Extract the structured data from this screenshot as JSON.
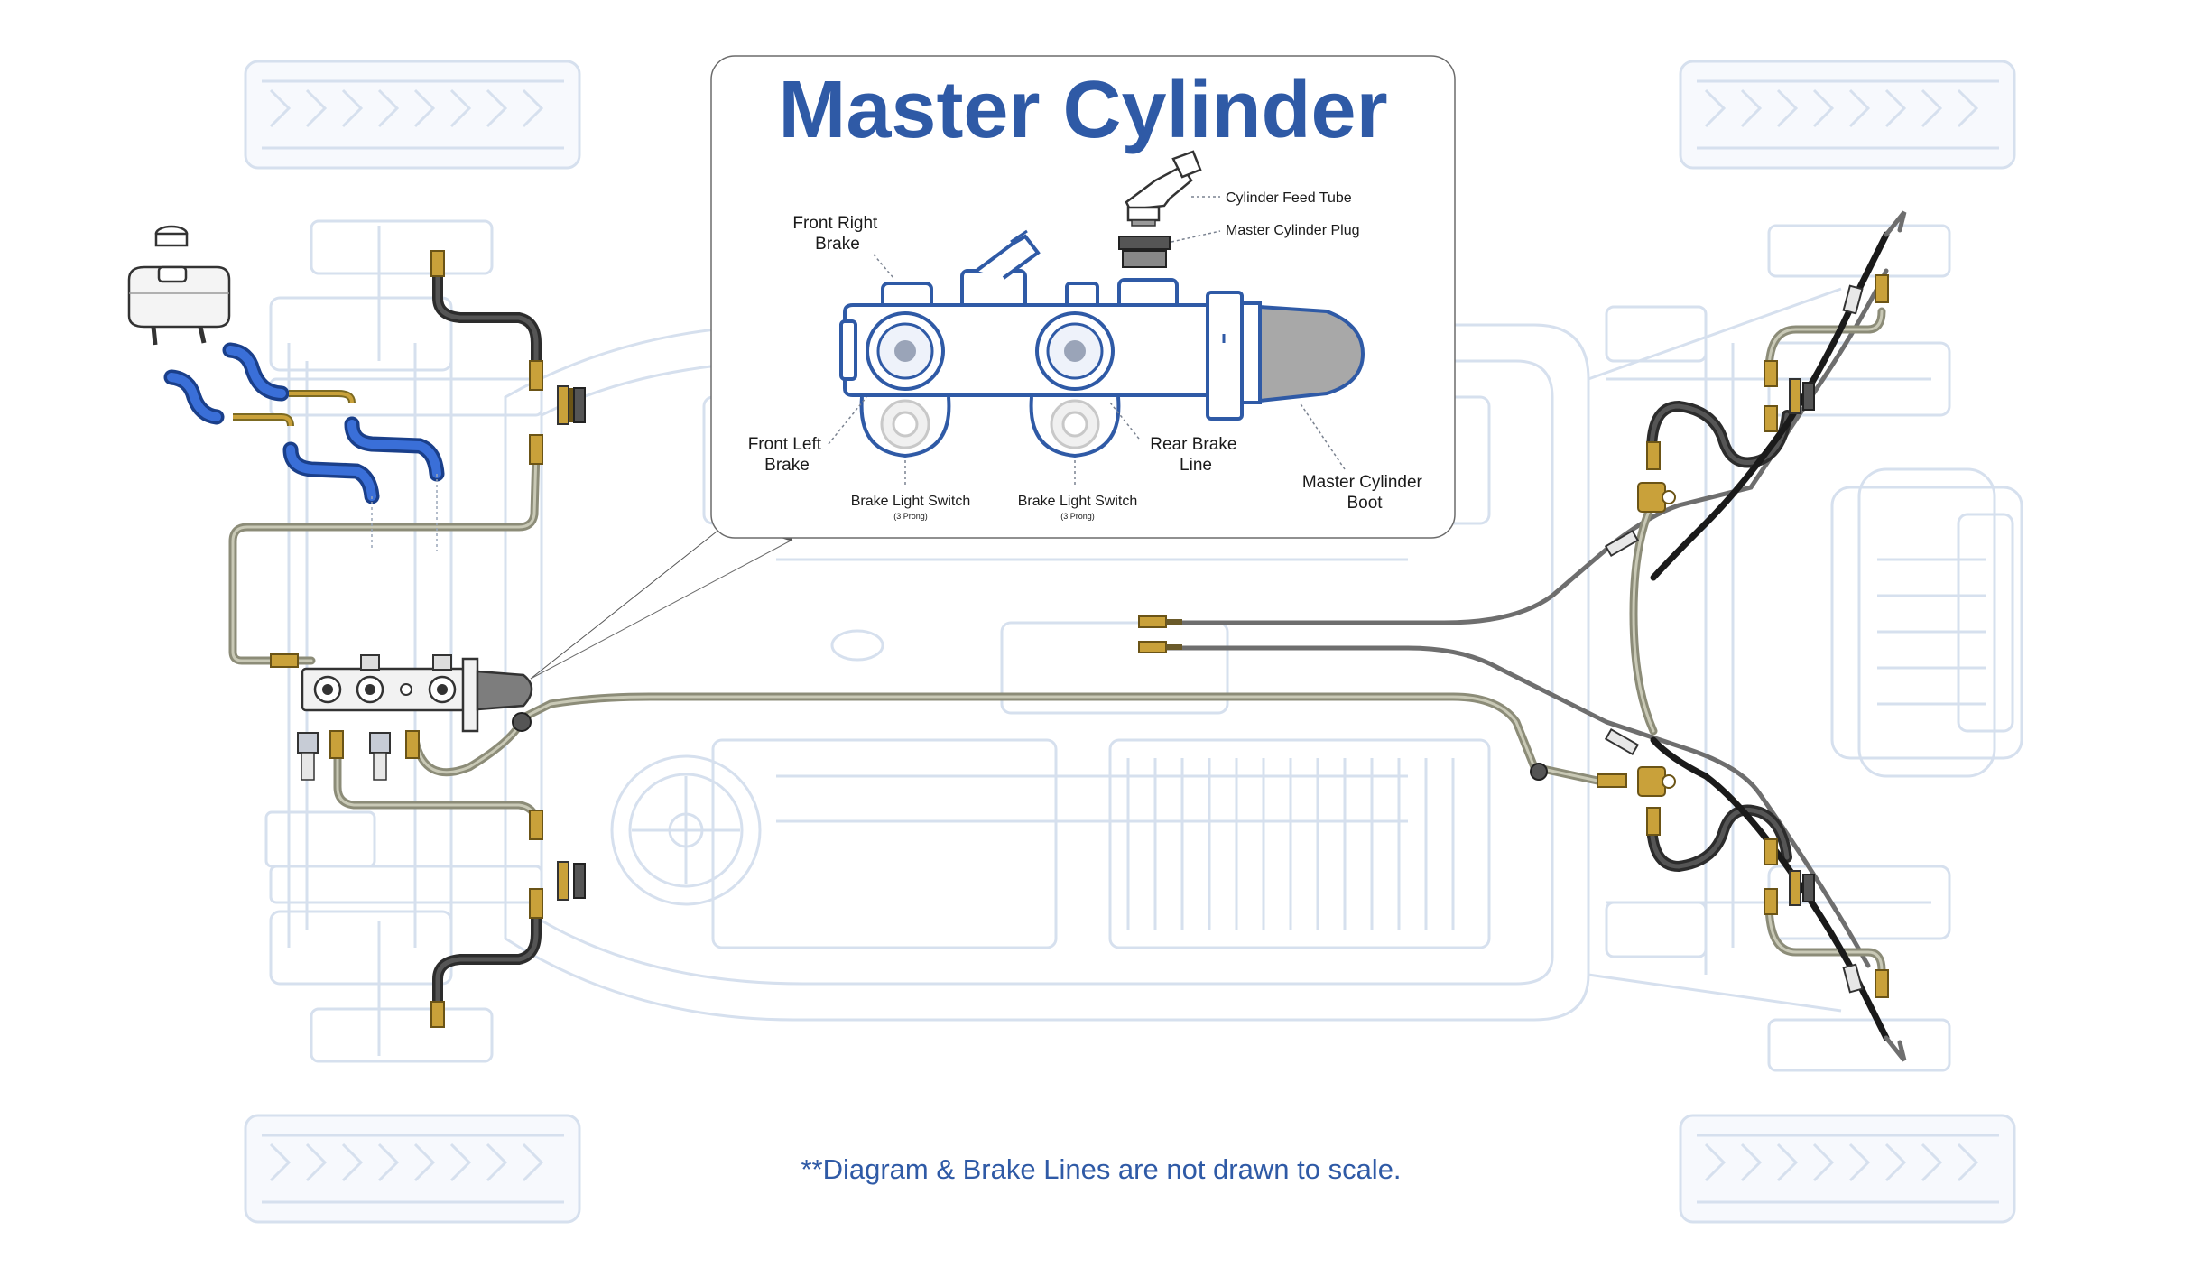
{
  "diagram": {
    "title": "Master Cylinder",
    "footnote": "**Diagram & Brake Lines are not drawn to scale.",
    "labels": {
      "front_right_brake": [
        "Front Right",
        "Brake"
      ],
      "front_left_brake": [
        "Front Left",
        "Brake"
      ],
      "rear_brake_line": [
        "Rear Brake",
        "Line"
      ],
      "master_cylinder_boot": [
        "Master Cylinder",
        "Boot"
      ],
      "cylinder_feed_tube": "Cylinder Feed Tube",
      "master_cylinder_plug": "Master Cylinder Plug",
      "brake_light_switch_1": "Brake Light Switch",
      "brake_light_switch_1_sub": "(3 Prong)",
      "brake_light_switch_2": "Brake Light Switch",
      "brake_light_switch_2_sub": "(3 Prong)"
    }
  },
  "colors": {
    "title_blue": "#2f5aa6",
    "ghost_outline": "#d6e0ee",
    "hard_line": "#8c8c78",
    "flex_hose": "#2c2c2c",
    "reservoir_hose": "#2f5fc8",
    "brass_fitting": "#c9a13a",
    "boot_grey": "#a8a8a8"
  }
}
